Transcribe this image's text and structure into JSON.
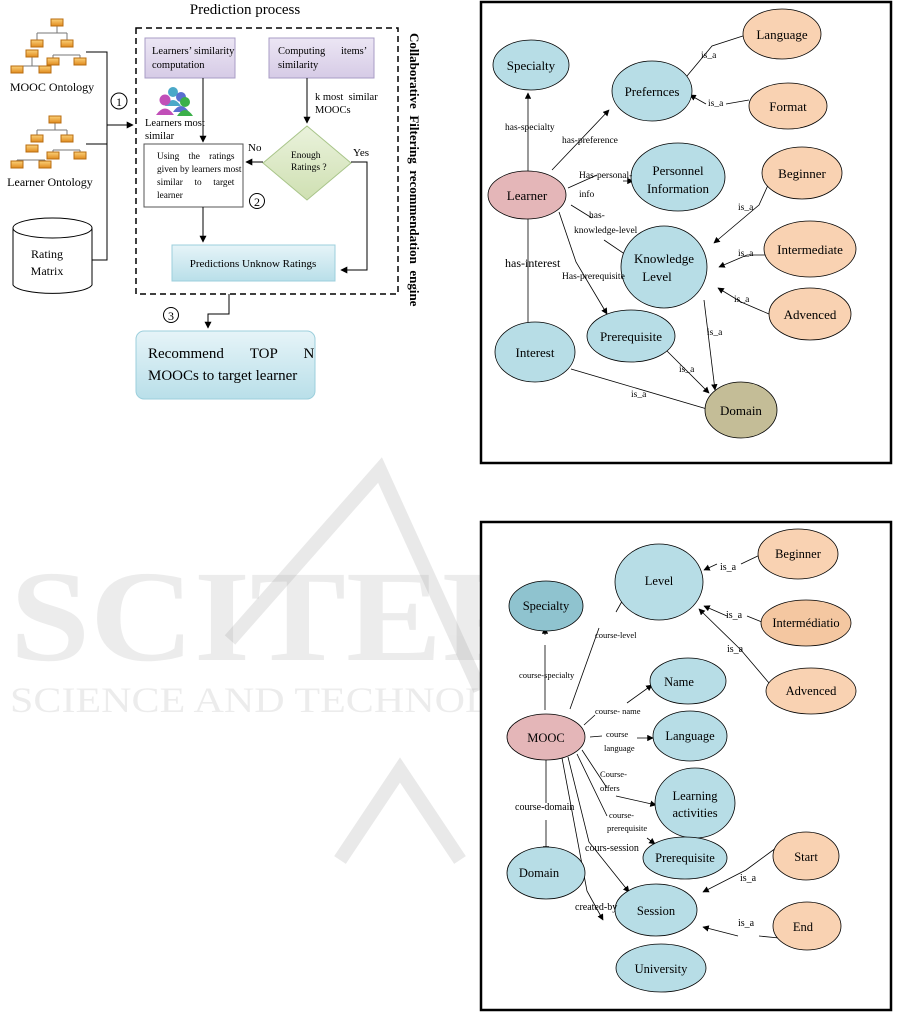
{
  "left_figure": {
    "title": "Prediction process",
    "sources": {
      "mooc_ontology": "MOOC Ontology",
      "learner_ontology": "Learner Ontology",
      "rating_matrix_line1": "Rating",
      "rating_matrix_line2": "Matrix"
    },
    "step_markers": [
      "①",
      "②",
      "③"
    ],
    "boxes": {
      "learners_similarity_line1": "Learners’ similarity",
      "learners_similarity_line2": "computation",
      "items_similarity_line1": "Computing      items’",
      "items_similarity_line2": "similarity",
      "learners_most_similar_line1": "Learners most",
      "learners_most_similar_line2": "similar",
      "k_most_similar_line1": "k most  similar",
      "k_most_similar_line2": "MOOCs",
      "decision_line1": "Enough",
      "decision_line2": "Ratings ?",
      "decision_no": "No",
      "decision_yes": "Yes",
      "using_ratings_lines": [
        "Using    the    ratings",
        "given by learners most",
        "similar     to     target",
        "learner"
      ],
      "predictions": "Predictions Unknow Ratings",
      "recommend_line1": "Recommend       TOP       N",
      "recommend_line2": "MOOCs to target learner"
    },
    "engine_label": "Collaborative  Filtering  recommendation  engine"
  },
  "learner_ontology": {
    "nodes": [
      {
        "id": "specialty",
        "label": "Specialty",
        "color": "#b7dde6"
      },
      {
        "id": "preferences",
        "label": "Prefernces",
        "color": "#b7dde6"
      },
      {
        "id": "language",
        "label": "Language",
        "color": "#f9d2b2"
      },
      {
        "id": "format",
        "label": "Format",
        "color": "#f9d2b2"
      },
      {
        "id": "learner",
        "label": "Learner",
        "color": "#e4b6b8"
      },
      {
        "id": "personnel",
        "label": "Personnel",
        "label2": "Information",
        "color": "#b7dde6"
      },
      {
        "id": "beginner",
        "label": "Beginner",
        "color": "#f9d2b2"
      },
      {
        "id": "knowledge",
        "label": "Knowledge",
        "label2": "Level",
        "color": "#b7dde6"
      },
      {
        "id": "intermediate",
        "label": "Intermediate",
        "color": "#f9d2b2"
      },
      {
        "id": "advenced",
        "label": "Advenced",
        "color": "#f9d2b2"
      },
      {
        "id": "prerequisite",
        "label": "Prerequisite",
        "color": "#b7dde6"
      },
      {
        "id": "interest",
        "label": "Interest",
        "color": "#b7dde6"
      },
      {
        "id": "domain",
        "label": "Domain",
        "color": "#c4bd97"
      }
    ],
    "edge_labels": {
      "has_specialty": "has-specialty",
      "has_preference": "has-preference",
      "has_personal_1": "Has-personal-",
      "has_personal_2": "info",
      "has_knowledge_1": "has-",
      "has_knowledge_2": "knowledge-level",
      "has_interest": "has-interest",
      "has_prerequisite": "Has-prerequisite",
      "is_a": "is_a"
    }
  },
  "mooc_ontology": {
    "nodes": [
      {
        "id": "level",
        "label": "Level",
        "color": "#b7dde6"
      },
      {
        "id": "beginner",
        "label": "Beginner",
        "color": "#f9d2b2"
      },
      {
        "id": "specialty",
        "label": "Specialty",
        "color": "#8fc3cf"
      },
      {
        "id": "intermediatio",
        "label": "Intermédiatio",
        "color": "#f4c7a1"
      },
      {
        "id": "advenced",
        "label": "Advenced",
        "color": "#f9d2b2"
      },
      {
        "id": "name",
        "label": "Name",
        "color": "#b7dde6"
      },
      {
        "id": "mooc",
        "label": "MOOC",
        "color": "#e4b6b8"
      },
      {
        "id": "language",
        "label": "Language",
        "color": "#b7dde6"
      },
      {
        "id": "learning",
        "label": "Learning",
        "label2": "activities",
        "color": "#b7dde6"
      },
      {
        "id": "prerequisite",
        "label": "Prerequisite",
        "color": "#b7dde6"
      },
      {
        "id": "domain",
        "label": "Domain",
        "color": "#b7dde6"
      },
      {
        "id": "start",
        "label": "Start",
        "color": "#f9d2b2"
      },
      {
        "id": "session",
        "label": "Session",
        "color": "#b7dde6"
      },
      {
        "id": "end",
        "label": "End",
        "color": "#f9d2b2"
      },
      {
        "id": "university",
        "label": "University",
        "color": "#b7dde6"
      }
    ],
    "edge_labels": {
      "course_level": "course-level",
      "course_specialty": "course-specialty",
      "course_name": "course- name",
      "course_language_1": "course",
      "course_language_2": "language",
      "course_offers_1": "Course-",
      "course_offers_2": "offers",
      "course_prerequisite_1": "course-",
      "course_prerequisite_2": "prerequisite",
      "course_domain": "course-domain",
      "cours_session": "cours-session",
      "created_by": "created-by",
      "is_a": "is_a"
    }
  },
  "watermark": {
    "line1": "SCITEPRESS",
    "line2": "SCIENCE AND TECHNOLOGY PUBLICATIONS"
  }
}
